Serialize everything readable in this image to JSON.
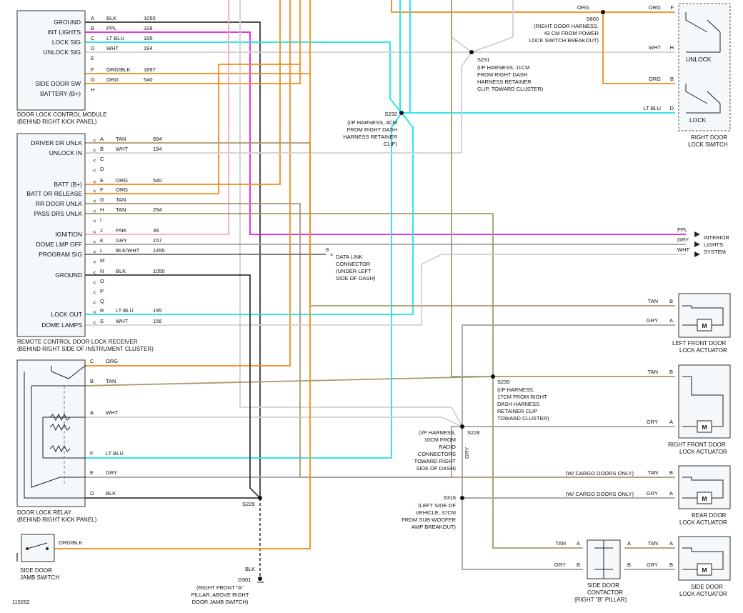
{
  "colors": {
    "ORG": "#f48a1d",
    "PPL": "#e11de0",
    "LTBLU": "#19e3ea",
    "WHT": "#d0d0d0",
    "BLK": "#3a3a3a",
    "TAN": "#a89a6e",
    "GRY": "#a0a0a0",
    "PNK": "#f6a8c8",
    "BLKWHT": "#707070"
  },
  "dlcm": {
    "title": "DOOR LOCK CONTROL MODULE",
    "subtitle": "(BEHIND RIGHT KICK PANEL)",
    "pins": [
      {
        "label": "GROUND",
        "pin": "A",
        "color": "BLK",
        "circuit": "1050"
      },
      {
        "label": "INT LIGHTS",
        "pin": "B",
        "color": "PPL",
        "circuit": "328"
      },
      {
        "label": "LOCK SIG",
        "pin": "C",
        "color": "LT BLU",
        "circuit": "195"
      },
      {
        "label": "UNLOCK SIG",
        "pin": "D",
        "color": "WHT",
        "circuit": "194"
      },
      {
        "label": "",
        "pin": "E",
        "color": "",
        "circuit": ""
      },
      {
        "label": "",
        "pin": "F",
        "color": "ORG/BLK",
        "circuit": "1897"
      },
      {
        "label": "SIDE DOOR SW",
        "pin": "G",
        "color": "ORG",
        "circuit": "540"
      },
      {
        "label": "BATTERY (B+)",
        "pin": "H",
        "color": "",
        "circuit": ""
      }
    ]
  },
  "rcdlr": {
    "title": "REMOTE CONTROL DOOR LOCK RECEIVER",
    "subtitle": "(BEHIND RIGHT SIDE OF INSTRUMENT CLUSTER)",
    "pins": [
      {
        "label": "DRIVER DR UNLK",
        "pin": "A",
        "color": "TAN",
        "circuit": "694"
      },
      {
        "label": "UNLOCK IN",
        "pin": "B",
        "color": "WHT",
        "circuit": "194"
      },
      {
        "label": "",
        "pin": "C",
        "color": "",
        "circuit": ""
      },
      {
        "label": "",
        "pin": "D",
        "color": "",
        "circuit": ""
      },
      {
        "label": "BATT (B+)",
        "pin": "E",
        "color": "ORG",
        "circuit": "540"
      },
      {
        "label": "BATT OR RELEASE",
        "pin": "F",
        "color": "ORG",
        "circuit": ""
      },
      {
        "label": "RR DOOR UNLK",
        "pin": "G",
        "color": "TAN",
        "circuit": ""
      },
      {
        "label": "PASS DRS UNLK",
        "pin": "H",
        "color": "TAN",
        "circuit": "294"
      },
      {
        "label": "",
        "pin": "I",
        "color": "",
        "circuit": ""
      },
      {
        "label": "IGNITION",
        "pin": "J",
        "color": "PNK",
        "circuit": "39"
      },
      {
        "label": "DOME LMP OFF",
        "pin": "K",
        "color": "GRY",
        "circuit": "157"
      },
      {
        "label": "PROGRAM SIG",
        "pin": "L",
        "color": "BLK/WHT",
        "circuit": "1455"
      },
      {
        "label": "",
        "pin": "M",
        "color": "",
        "circuit": ""
      },
      {
        "label": "GROUND",
        "pin": "N",
        "color": "BLK",
        "circuit": "1050"
      },
      {
        "label": "",
        "pin": "O",
        "color": "",
        "circuit": ""
      },
      {
        "label": "",
        "pin": "P",
        "color": "",
        "circuit": ""
      },
      {
        "label": "",
        "pin": "Q",
        "color": "",
        "circuit": ""
      },
      {
        "label": "",
        "pin": "R",
        "color": "LT BLU",
        "circuit": "195"
      },
      {
        "label": "LOCK OUT",
        "pin": "S",
        "color": "WHT",
        "circuit": "156"
      },
      {
        "label": "DOME LAMPS",
        "pin": "",
        "color": "",
        "circuit": ""
      }
    ]
  },
  "relay": {
    "title": "DOOR LOCK RELAY",
    "subtitle": "(BEHIND RIGHT KICK PANEL)",
    "pins": [
      {
        "pin": "C",
        "color": "ORG"
      },
      {
        "pin": "B",
        "color": "TAN"
      },
      {
        "pin": "A",
        "color": "WHT"
      },
      {
        "pin": "F",
        "color": "LT BLU"
      },
      {
        "pin": "E",
        "color": "GRY"
      },
      {
        "pin": "D",
        "color": "BLK"
      }
    ]
  },
  "jamb": {
    "title": "SIDE DOOR",
    "subtitle": "JAMB SWITCH",
    "wire": "ORG/BLK"
  },
  "ground": {
    "wire": "BLK",
    "id": "G901",
    "lines": [
      "(RIGHT FRONT \"A\"",
      "PILLAR, ABOVE RIGHT",
      "DOOR JAMB SWITCH)"
    ]
  },
  "splices": {
    "s229": "S229",
    "s600": {
      "id": "S600",
      "lines": [
        "(RIGHT DOOR HARNESS,",
        "43 CM FROM POWER",
        "LOCK SWITCH BREAKOUT)"
      ]
    },
    "s231": {
      "id": "S231",
      "lines": [
        "(I/P HARNESS, 11CM",
        "FROM RIGHT DASH",
        "HARNESS RETAINER",
        "CLIP, TOWARD CLUSTER)"
      ]
    },
    "s232": {
      "id": "S232",
      "lines": [
        "(I/P HARNESS, 4CM",
        "FROM RIGHT DASH",
        "HARNESS RETAINER",
        "CLIP)"
      ]
    },
    "s230": {
      "id": "S230",
      "lines": [
        "(I/P HARNESS,",
        "17CM FROM RIGHT",
        "DASH HARNESS",
        "RETAINER CLIP",
        "TOWARD CLUSTER)"
      ]
    },
    "s228": {
      "id": "S228",
      "lines": [
        "(I/P HARNESS,",
        "10CM FROM",
        "RADIO",
        "CONNECTORS",
        "TOWARD RIGHT",
        "SIDE OF DASH)"
      ]
    },
    "s316": {
      "id": "S316",
      "lines": [
        "(LEFT SIDE OF",
        "VEHICLE, 37CM",
        "FROM SUB-WOOFER",
        "AMP BREAKOUT)"
      ]
    }
  },
  "dlc": {
    "pin": "8",
    "lines": [
      "DATA LINK",
      "CONNECTOR",
      "(UNDER LEFT",
      "SIDE OF DASH)"
    ]
  },
  "interior": {
    "wires": [
      "PPL",
      "GRY",
      "WHT"
    ],
    "lines": [
      "INTERIOR",
      "LIGHTS",
      "SYSTEM"
    ]
  },
  "lock_switch": {
    "title": "RIGHT DOOR",
    "subtitle": "LOCK SWITCH",
    "unlock": "UNLOCK",
    "lock": "LOCK",
    "pins": [
      {
        "pin": "F",
        "color": "ORG"
      },
      {
        "pin": "H",
        "color": "WHT"
      },
      {
        "pin": "B",
        "color": "ORG"
      },
      {
        "pin": "D",
        "color": "LT BLU"
      }
    ],
    "s600_in": "ORG"
  },
  "actuators": [
    {
      "title": "LEFT FRONT DOOR",
      "subtitle": "LOCK ACTUATOR",
      "wires": [
        {
          "pin": "B",
          "color": "TAN"
        },
        {
          "pin": "A",
          "color": "GRY"
        }
      ],
      "note": ""
    },
    {
      "title": "RIGHT FRONT DOOR",
      "subtitle": "LOCK ACTUATOR",
      "wires": [
        {
          "pin": "B",
          "color": "TAN"
        },
        {
          "pin": "A",
          "color": "GRY"
        }
      ],
      "note": ""
    },
    {
      "title": "REAR DOOR",
      "subtitle": "LOCK ACTUATOR",
      "wires": [
        {
          "pin": "B",
          "color": "TAN"
        },
        {
          "pin": "A",
          "color": "GRY"
        }
      ],
      "note": "(W/ CARGO DOORS ONLY)"
    },
    {
      "title": "SIDE DOOR",
      "subtitle": "LOCK ACTUATOR",
      "wires": [
        {
          "pin": "A",
          "color": "TAN"
        },
        {
          "pin": "B",
          "color": "GRY"
        }
      ],
      "note": ""
    }
  ],
  "motor": "M",
  "contactor": {
    "title": "SIDE DOOR",
    "subtitle": "CONTACTOR",
    "sub2": "(RIGHT \"B\" PILLAR)",
    "wires": [
      {
        "pin": "A",
        "color": "TAN"
      },
      {
        "pin": "B",
        "color": "GRY"
      }
    ]
  },
  "gry_vertical": "GRY",
  "figure_id": "115262"
}
